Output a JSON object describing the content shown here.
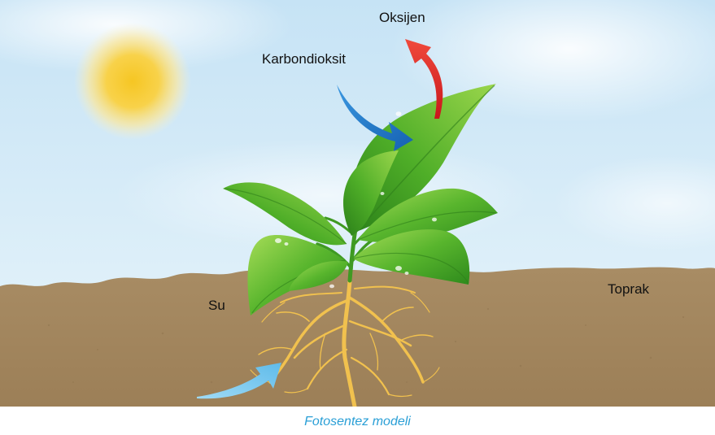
{
  "labels": {
    "oxygen": "Oksijen",
    "carbon_dioxide": "Karbondioksit",
    "water": "Su",
    "soil": "Toprak"
  },
  "caption": "Fotosentez modeli",
  "colors": {
    "sky": "#d6ecf8",
    "sun": "#f6c623",
    "soil": "#a68a62",
    "leaf": "#4fb52a",
    "roots": "#f1c14e",
    "oxygen_arrow": "#e8262b",
    "carbon_dioxide_arrow": "#1f78c8",
    "water_arrow": "#6cc3ee",
    "caption": "#2a9fd6"
  }
}
